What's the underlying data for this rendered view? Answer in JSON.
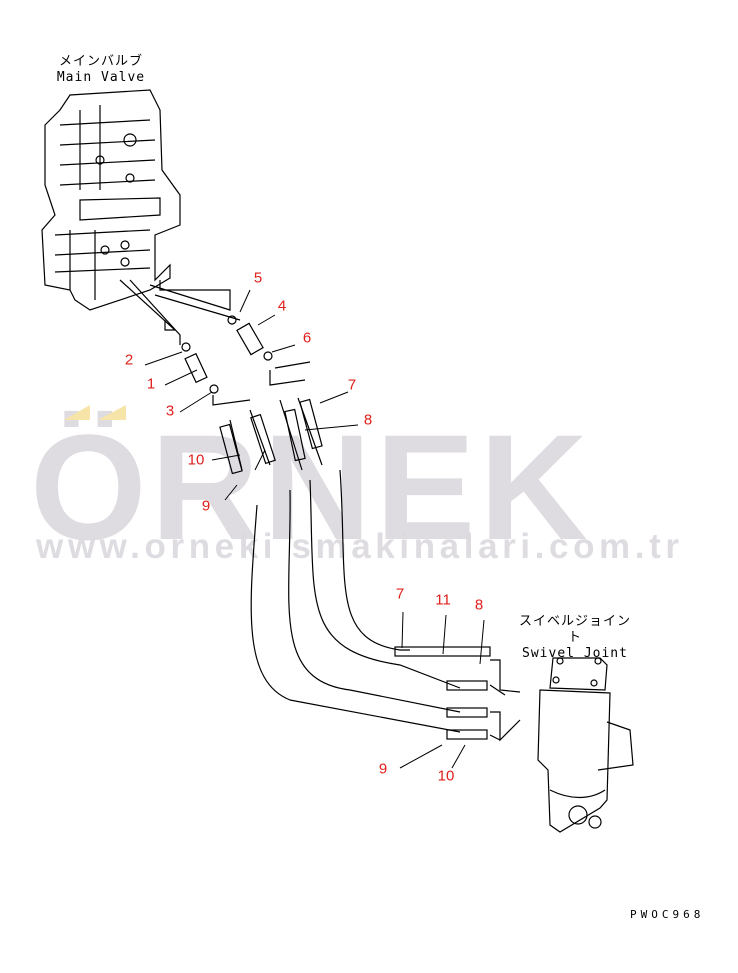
{
  "watermark": {
    "brand": "ÖRNEK",
    "url": "www.orneki smakinalari.com.tr",
    "brand_color": "#dcdadf",
    "accent_color": "#f6e4a8"
  },
  "main_valve": {
    "jp": "メインバルブ",
    "en": "Main Valve"
  },
  "swivel_joint": {
    "jp": "スイベルジョイント",
    "en": "Swivel Joint"
  },
  "callouts": [
    "5",
    "4",
    "6",
    "2",
    "1",
    "3",
    "7",
    "8",
    "10",
    "9",
    "7",
    "11",
    "8",
    "9",
    "10"
  ],
  "drawing_code": "PWOC968",
  "callout_color": "#e0201c"
}
